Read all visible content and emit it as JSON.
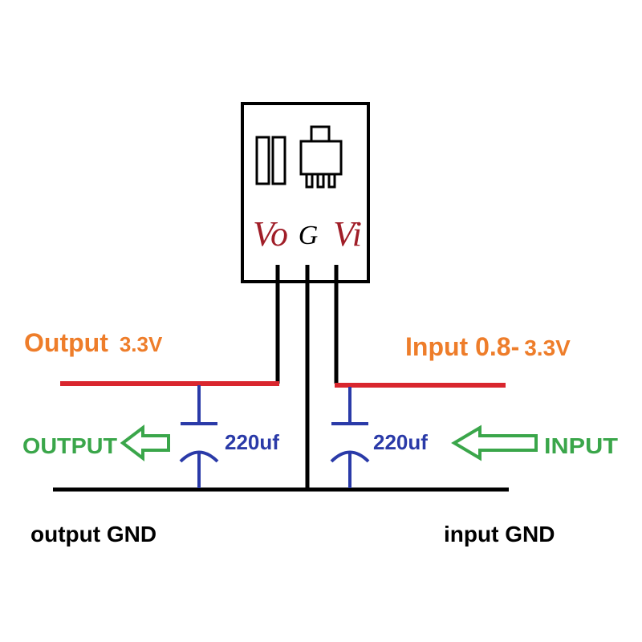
{
  "regulator": {
    "pin_vo": "Vo",
    "pin_g": "G",
    "pin_vi": "Vi"
  },
  "labels": {
    "output_word": "Output",
    "output_voltage": "3.3V",
    "input_word": "Input 0.8-",
    "input_voltage": "3.3V",
    "output_arrow_label": "OUTPUT",
    "input_arrow_label": "INPUT",
    "cap_left": "220uf",
    "cap_right": "220uf",
    "output_gnd": "output GND",
    "input_gnd": "input GND"
  },
  "colors": {
    "positive_rail": "#d9262e",
    "wire": "#000000",
    "capacitor": "#2a3aa8",
    "voltage_label": "#ee7d2a",
    "arrow_label": "#3aa64a",
    "pin_label": "#a01e28"
  }
}
